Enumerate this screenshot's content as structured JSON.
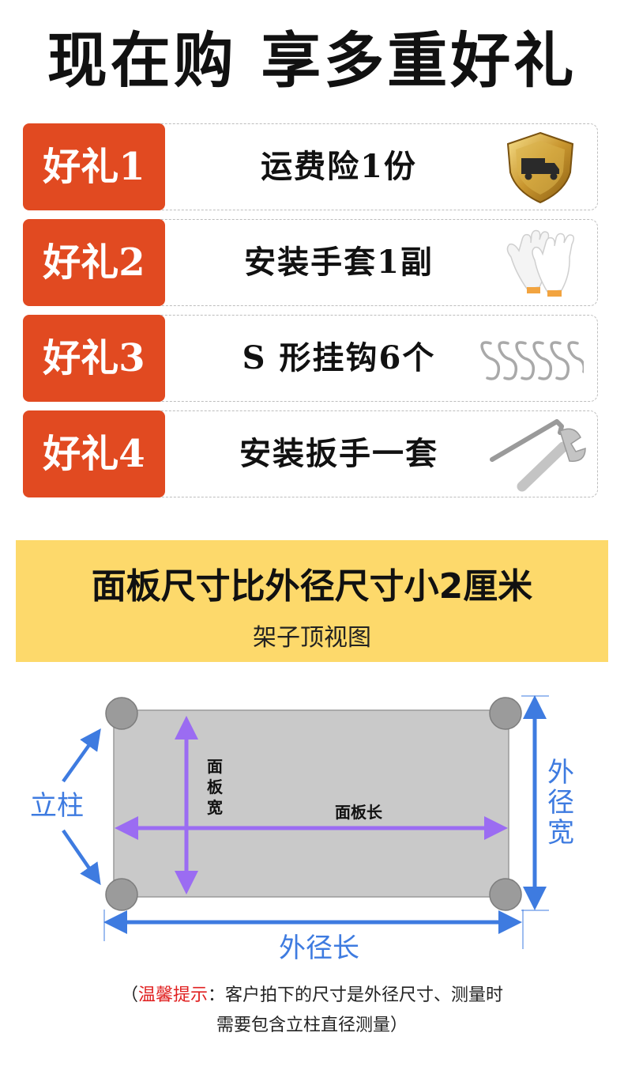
{
  "header": {
    "title": "现在购 享多重好礼"
  },
  "gifts": [
    {
      "tag": "好礼1",
      "text": "运费险1份",
      "icon": "shield-truck-icon"
    },
    {
      "tag": "好礼2",
      "text": "安装手套1副",
      "icon": "gloves-icon"
    },
    {
      "tag": "好礼3",
      "text": "S 形挂钩6个",
      "icon": "s-hook-icon"
    },
    {
      "tag": "好礼4",
      "text": "安装扳手一套",
      "icon": "wrench-icon"
    }
  ],
  "banner": {
    "headline": "面板尺寸比外径尺寸小2厘米",
    "subtitle": "架子顶视图"
  },
  "diagram": {
    "post_label": "立柱",
    "panel_width_label": "面板宽",
    "panel_length_label": "面板长",
    "outer_width_label": "外径宽",
    "outer_length_label": "外径长"
  },
  "note": {
    "open": "（",
    "highlight": "温馨提示",
    "line1": "：客户拍下的尺寸是外径尺寸、测量时",
    "line2": "需要包含立柱直径测量）"
  },
  "colors": {
    "gift_tag": "#e14a21",
    "banner": "#fdd96b",
    "blue_arrow": "#3e7be0",
    "purple_arrow": "#9b6cf2",
    "warning_text": "#e02020"
  }
}
